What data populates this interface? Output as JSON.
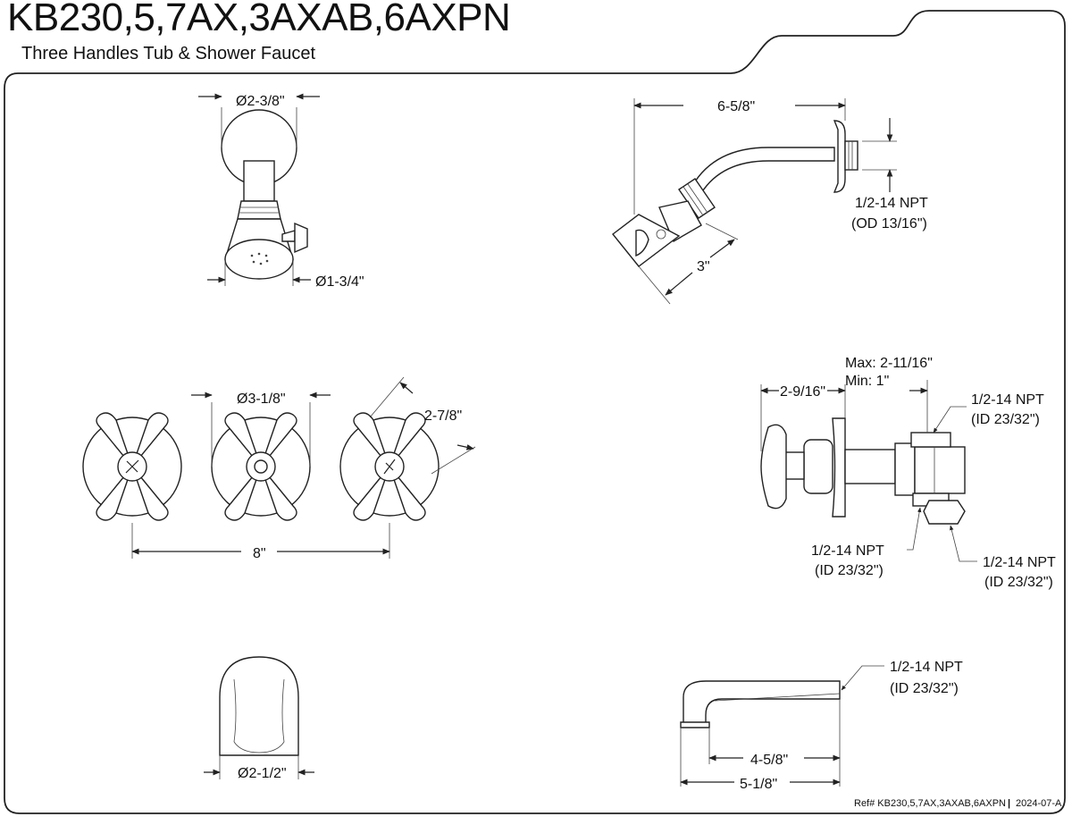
{
  "title": "KB230,5,7AX,3AXAB,6AXPN",
  "subtitle": "Three Handles Tub & Shower Faucet",
  "labels": {
    "showerhead_diameter": "Ø2-3/8\"",
    "showerhead_face_diameter": "Ø1-3/4\"",
    "shower_arm_length": "6-5/8\"",
    "shower_arm_npt": "1/2-14 NPT",
    "shower_arm_od": "(OD 13/16\")",
    "shower_head_depth": "3\"",
    "handle_diameter": "Ø3-1/8\"",
    "handle_diagonal": "2-7/8\"",
    "handle_spacing": "8\"",
    "valve_max": "Max: 2-11/16\"",
    "valve_min": "Min: 1\"",
    "valve_depth": "2-9/16\"",
    "valve_top_npt": "1/2-14 NPT",
    "valve_top_id": "(ID 23/32\")",
    "valve_bottom_left_npt": "1/2-14 NPT",
    "valve_bottom_left_id": "(ID 23/32\")",
    "valve_bottom_right_npt": "1/2-14 NPT",
    "valve_bottom_right_id": "(ID 23/32\")",
    "spout_diameter": "Ø2-1/2\"",
    "spout_npt": "1/2-14 NPT",
    "spout_id": "(ID 23/32\")",
    "spout_length_inner": "4-5/8\"",
    "spout_length_outer": "5-1/8\""
  },
  "reference": "Ref# KB230,5,7AX,3AXAB,6AXPN",
  "revision": "2024-07-A"
}
